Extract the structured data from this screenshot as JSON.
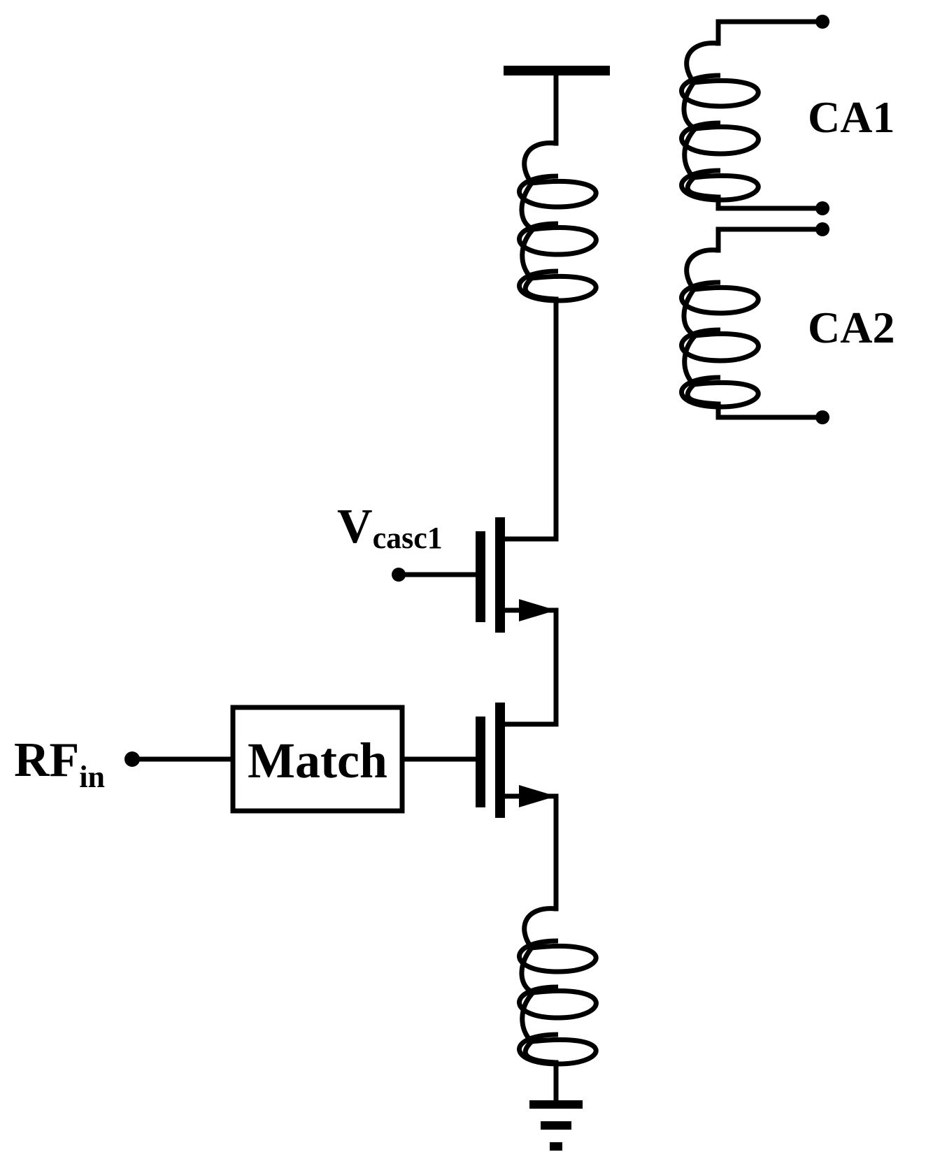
{
  "labels": {
    "rf_in_main": "RF",
    "rf_in_sub": "in",
    "match": "Match",
    "vcasc_main": "V",
    "vcasc_sub": "casc1",
    "ca1": "CA1",
    "ca2": "CA2"
  }
}
